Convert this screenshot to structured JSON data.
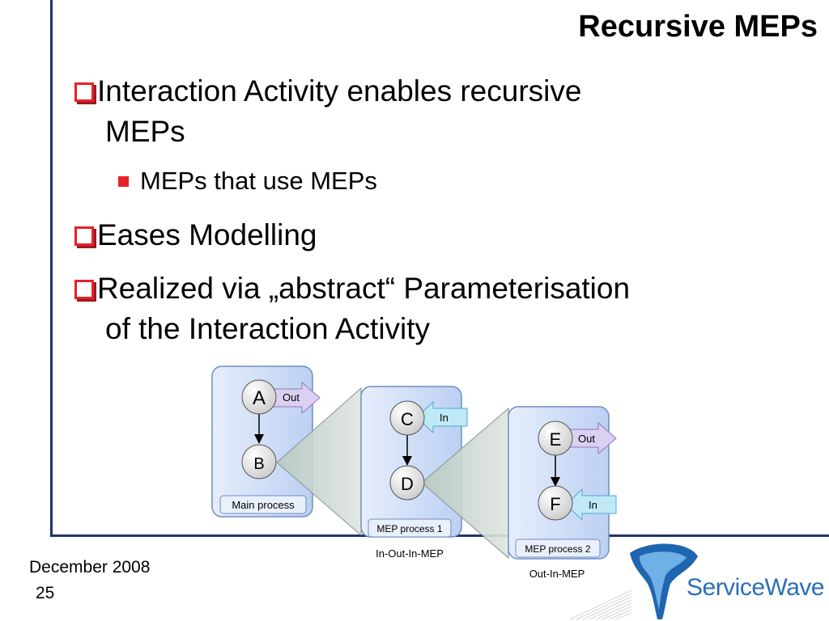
{
  "slide": {
    "title": "Recursive MEPs",
    "bullets": [
      {
        "line1": "Interaction Activity enables recursive",
        "line2": "MEPs"
      },
      {
        "text": "Eases Modelling"
      },
      {
        "line1": "Realized via „abstract“ Parameterisation",
        "line2": "of the Interaction Activity"
      }
    ],
    "sub_bullet": "MEPs that use MEPs"
  },
  "diagram": {
    "main": {
      "label": "Main process",
      "nodes": [
        "A",
        "B"
      ],
      "arrow": "Out"
    },
    "mep1": {
      "label": "MEP process 1",
      "nodes": [
        "C",
        "D"
      ],
      "arrow": "In",
      "caption": "In-Out-In-MEP"
    },
    "mep2": {
      "label": "MEP process 2",
      "nodes": [
        "E",
        "F"
      ],
      "arrow_out": "Out",
      "arrow_in": "In",
      "caption": "Out-In-MEP"
    }
  },
  "footer": {
    "date": "December 2008",
    "page": "25"
  },
  "logo": {
    "text": "ServiceWave",
    "brand_color": "#2a6fb6"
  },
  "colors": {
    "bullet_red": "#e8202a",
    "frame_navy": "#1f3468",
    "panel_fill": "#c9daf6",
    "out_arrow": "#dcd0f2",
    "in_arrow": "#bfe9f7"
  }
}
